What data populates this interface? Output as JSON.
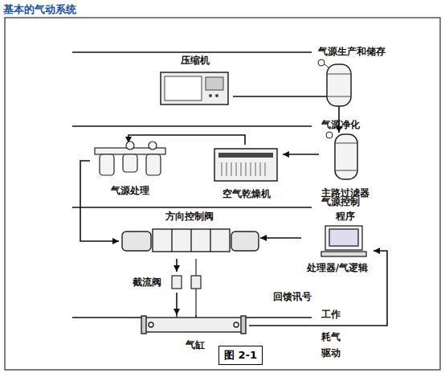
{
  "diagram": {
    "title": "基本的气动系统",
    "caption": "图 2-1",
    "nodes": [
      {
        "text": [
          "压缩机"
        ]
      },
      {
        "text": [
          "空气乾燥机"
        ]
      },
      {
        "text": [
          "主路过滤器"
        ]
      },
      {
        "text": [
          "气源处理"
        ]
      },
      {
        "text": [
          "方向控制阀"
        ]
      },
      {
        "text": [
          "处理器/气逻辑"
        ]
      },
      {
        "text": [
          "截流阀"
        ]
      },
      {
        "text": [
          "气缸"
        ]
      }
    ],
    "edges": [
      {
        "from": 0,
        "to": 2,
        "arrow": "to"
      },
      {
        "from": 2,
        "to": 1,
        "arrow": "to"
      },
      {
        "from": 1,
        "to": 3,
        "arrow": "to"
      },
      {
        "from": 3,
        "to": 4,
        "arrow": "to"
      },
      {
        "from": 5,
        "to": 4,
        "arrow": "to"
      },
      {
        "from": 4,
        "to": 6,
        "arrow": "to"
      },
      {
        "from": 6,
        "to": 7,
        "arrow": "to"
      },
      {
        "from": 7,
        "to": 5,
        "label": "回馈讯号",
        "arrow": "to"
      }
    ],
    "labels": [
      "气源生产和储存",
      "气源净化",
      "气源控制",
      "程序",
      "工作",
      "耗气",
      "驱动"
    ]
  }
}
